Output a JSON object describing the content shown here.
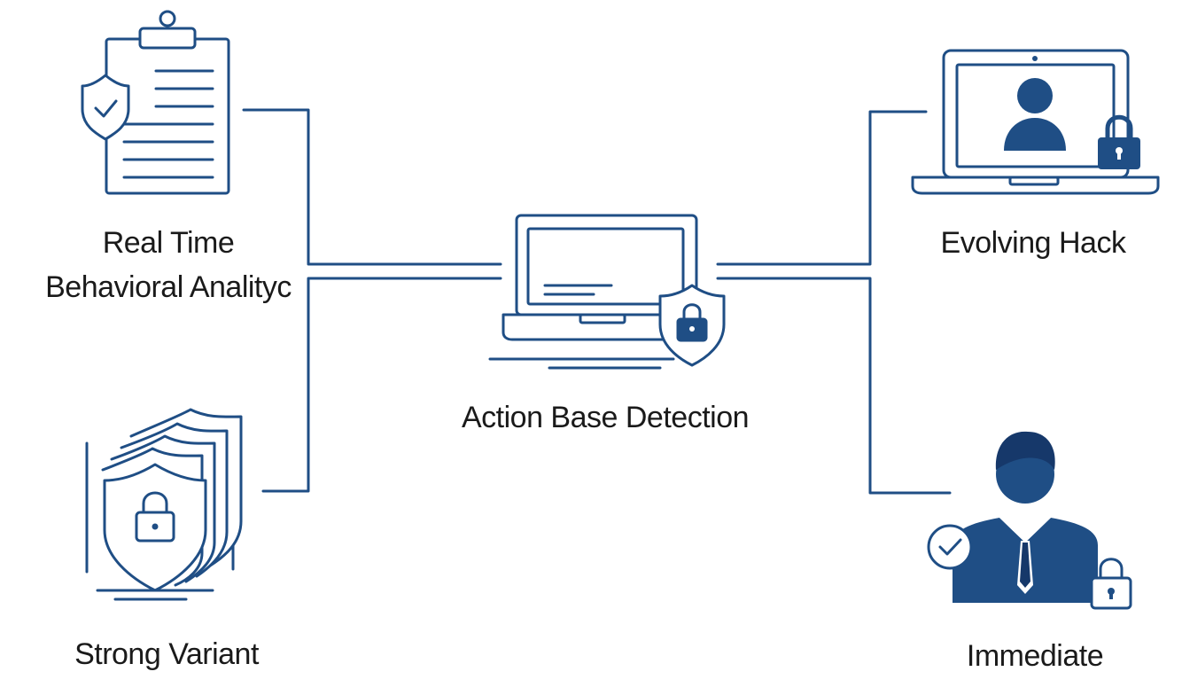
{
  "colors": {
    "stroke": "#1f4e85",
    "fill": "#1f4e85",
    "text": "#1a1a1a",
    "background": "#ffffff"
  },
  "nodes": {
    "realtime": {
      "line1": "Real Time",
      "line2": "Behavioral Analityc",
      "icon": "clipboard-shield-icon"
    },
    "strong": {
      "label": "Strong Variant",
      "icon": "stacked-shields-lock-icon"
    },
    "center": {
      "label": "Action Base Detection",
      "icon": "laptop-shield-lock-icon"
    },
    "evolving": {
      "label": "Evolving Hack",
      "icon": "laptop-user-lock-icon"
    },
    "immediate": {
      "label": "Immediate",
      "icon": "businessman-check-lock-icon"
    }
  }
}
